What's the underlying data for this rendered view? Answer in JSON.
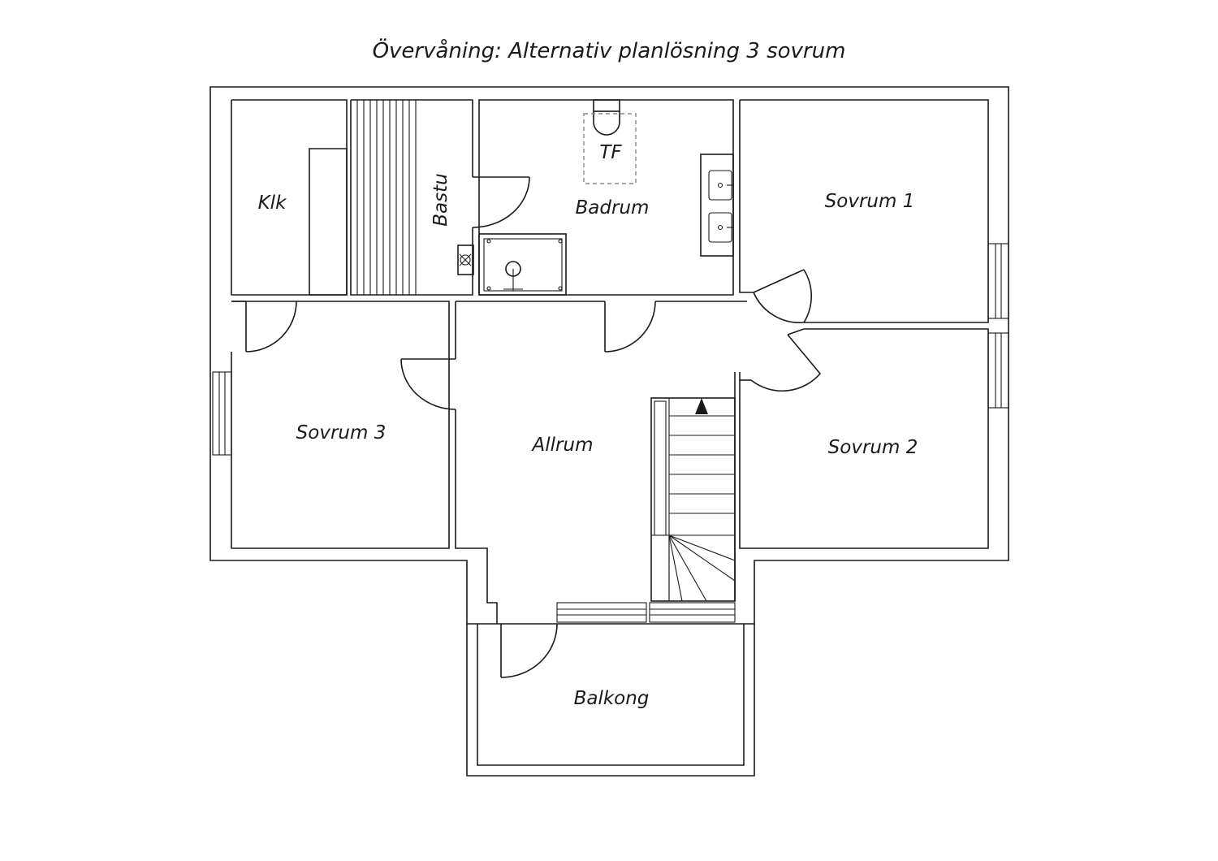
{
  "title": "Övervåning: Alternativ planlösning 3 sovrum",
  "rooms": {
    "klk": "Klk",
    "bastu": "Bastu",
    "badrum": "Badrum",
    "tf": "TF",
    "sovrum1": "Sovrum 1",
    "sovrum2": "Sovrum 2",
    "sovrum3": "Sovrum 3",
    "allrum": "Allrum",
    "balkong": "Balkong"
  }
}
